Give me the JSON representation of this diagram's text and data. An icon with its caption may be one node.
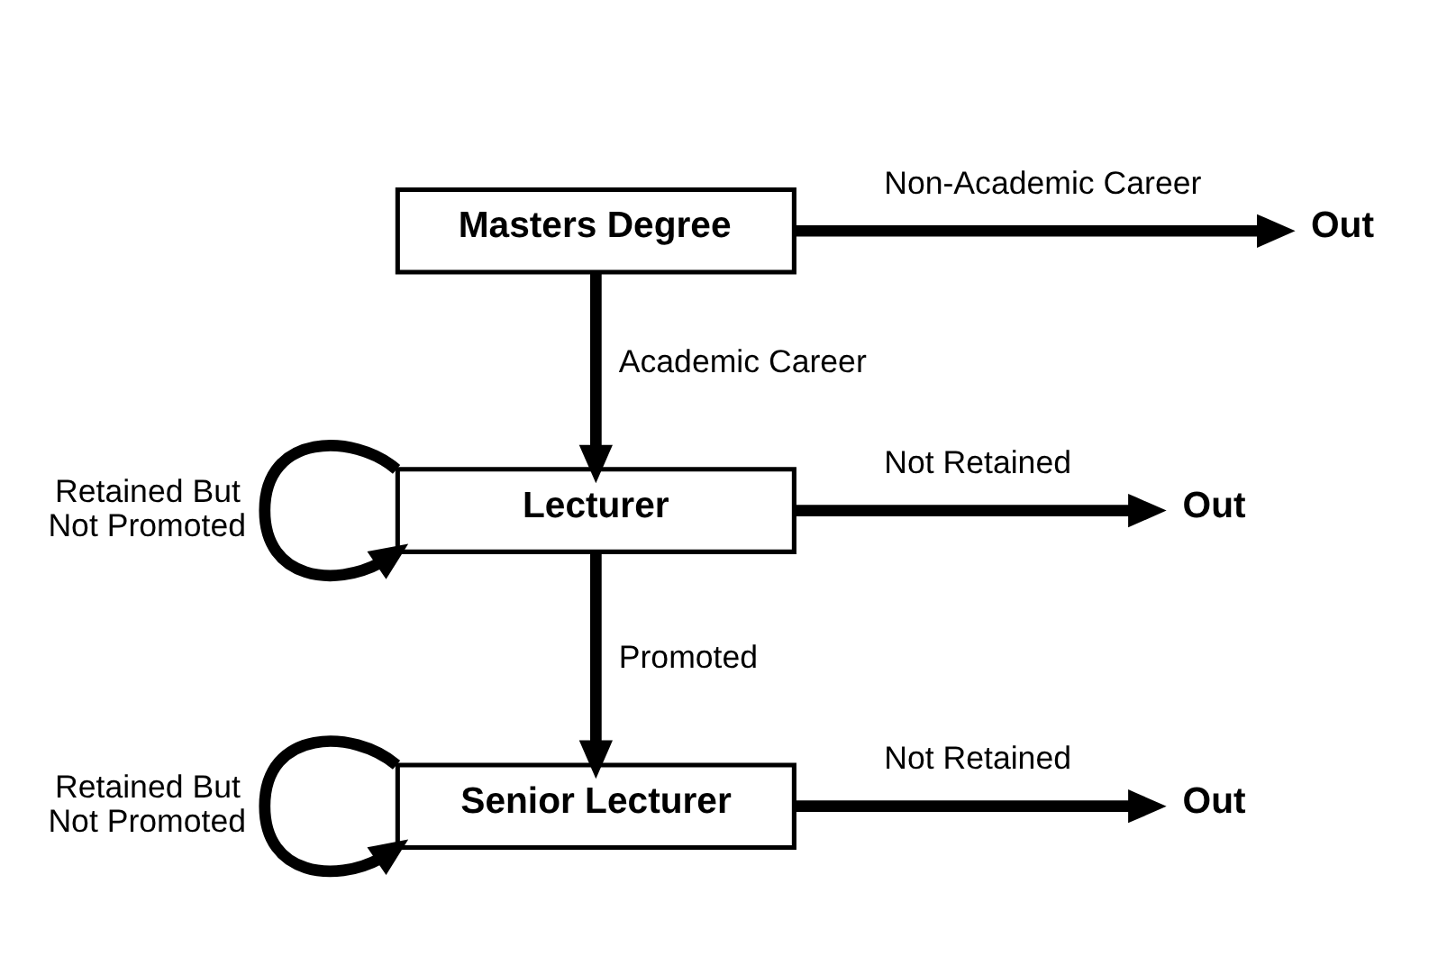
{
  "diagram": {
    "nodes": [
      {
        "text": [
          "Masters Degree"
        ]
      },
      {
        "text": [
          "Lecturer"
        ]
      },
      {
        "text": [
          "Senior Lecturer"
        ]
      },
      {
        "text": [
          "Out"
        ]
      },
      {
        "text": [
          "Out"
        ]
      },
      {
        "text": [
          "Out"
        ]
      }
    ],
    "edges": [
      {
        "from": 0,
        "to": 3,
        "arrow": "to",
        "label": "Non-Academic Career"
      },
      {
        "from": 0,
        "to": 1,
        "arrow": "to",
        "label": "Academic Career"
      },
      {
        "from": 1,
        "to": 1,
        "arrow": "to",
        "label": "Retained But Not Promoted"
      },
      {
        "from": 1,
        "to": 4,
        "arrow": "to",
        "label": "Not Retained"
      },
      {
        "from": 1,
        "to": 2,
        "arrow": "to",
        "label": "Promoted"
      },
      {
        "from": 2,
        "to": 2,
        "arrow": "to",
        "label": "Retained But Not Promoted"
      },
      {
        "from": 2,
        "to": 5,
        "arrow": "to",
        "label": "Not Retained"
      }
    ]
  }
}
